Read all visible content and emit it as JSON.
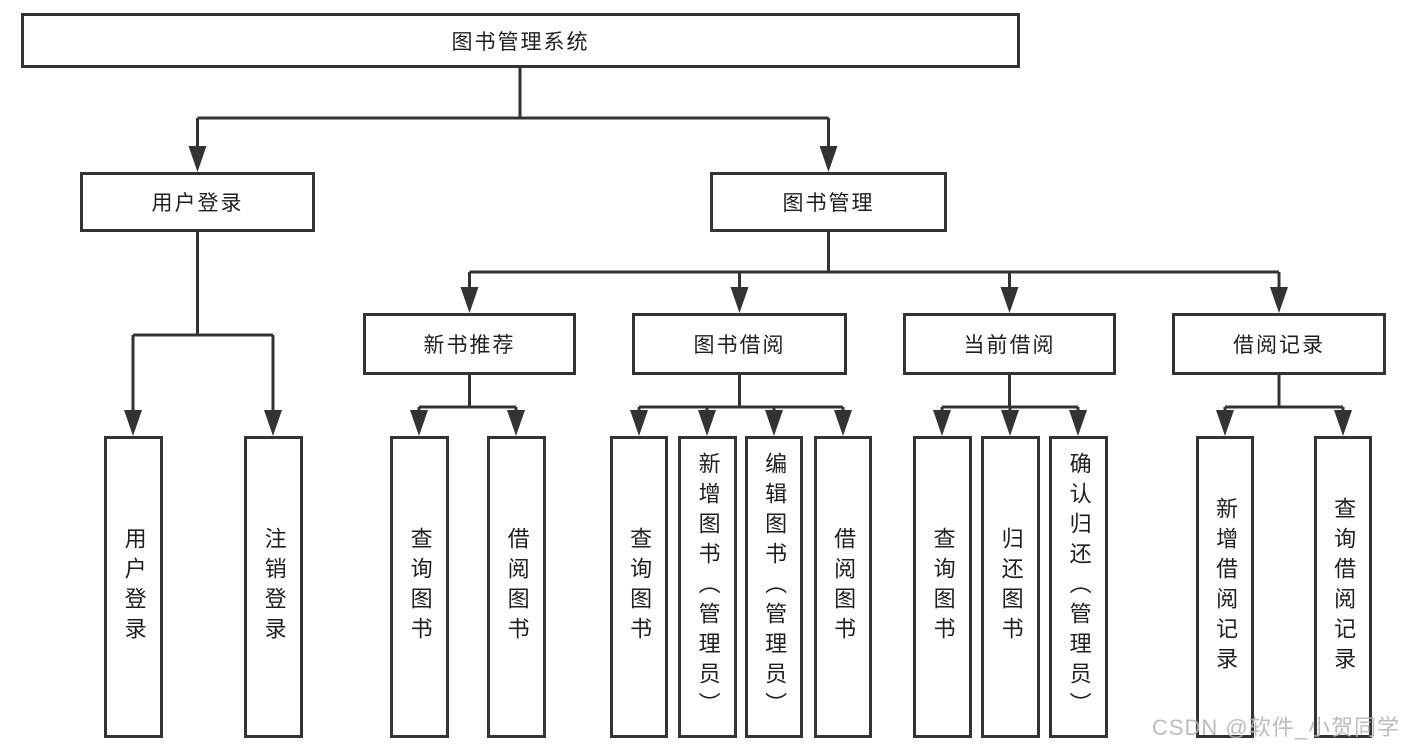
{
  "diagram": {
    "root": {
      "label": "图书管理系统"
    },
    "level2": [
      {
        "label": "用户登录"
      },
      {
        "label": "图书管理"
      }
    ],
    "level3": [
      {
        "label": "新书推荐"
      },
      {
        "label": "图书借阅"
      },
      {
        "label": "当前借阅"
      },
      {
        "label": "借阅记录"
      }
    ],
    "leaves": {
      "user_login": [
        "用户登录",
        "注销登录"
      ],
      "new_book": [
        "查询图书",
        "借阅图书"
      ],
      "book_borrow": [
        "查询图书",
        "新增图书（管理员）",
        "编辑图书（管理员）",
        "借阅图书"
      ],
      "current_borrow": [
        "查询图书",
        "归还图书",
        "确认归还（管理员）"
      ],
      "borrow_record": [
        "新增借阅记录",
        "查询借阅记录"
      ]
    }
  },
  "watermark": {
    "text": "CSDN @软件_小贺同学"
  },
  "colors": {
    "line": "#333333",
    "text": "#1f1f1f",
    "watermark": "#b5b5b5",
    "background": "#ffffff"
  }
}
